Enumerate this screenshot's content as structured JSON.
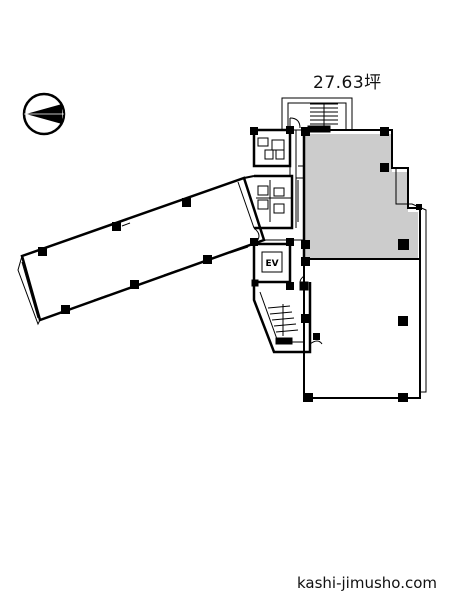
{
  "floor_area": "27.63坪",
  "elevator_label": "EV",
  "site": "kashi-jimusho.com",
  "colors": {
    "highlight_fill": "#cccccc",
    "wall": "#000000",
    "background": "#ffffff"
  },
  "icons": {
    "compass": "north-arrow-icon"
  }
}
